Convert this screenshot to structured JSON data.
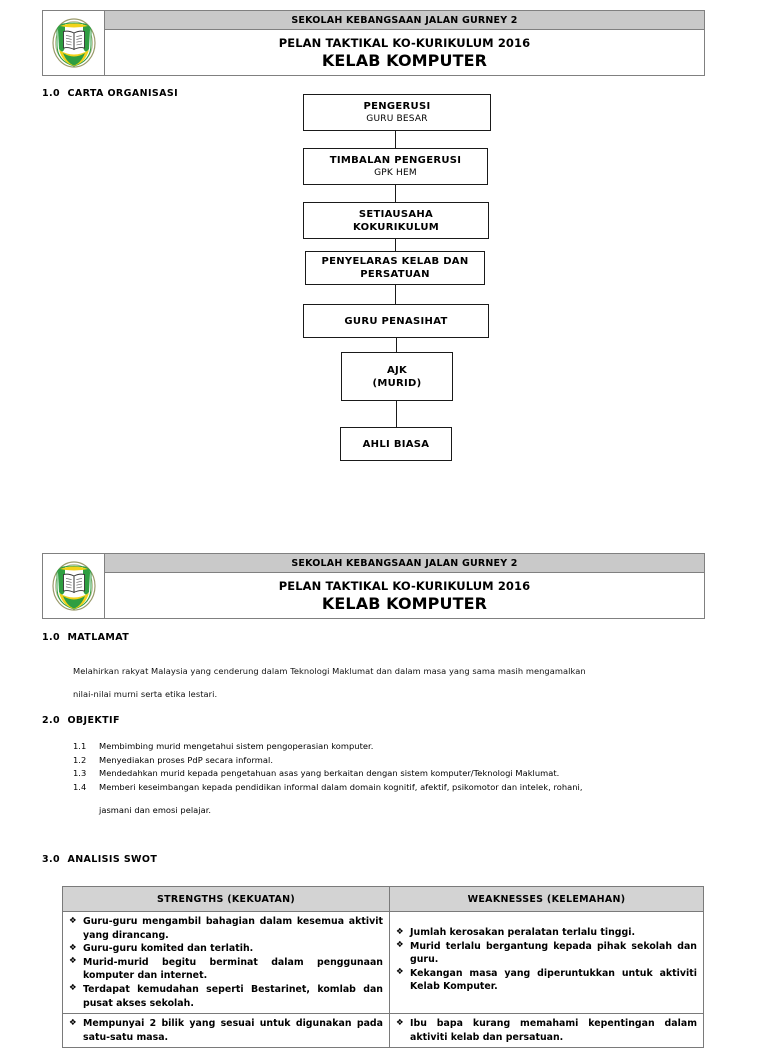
{
  "document": {
    "header": {
      "school_name": "SEKOLAH KEBANGSAAN JALAN GURNEY 2",
      "plan_line": "PELAN TAKTIKAL KO-KURIKULUM 2016",
      "club_name": "KELAB KOMPUTER",
      "logo_alt": "school-crest"
    },
    "colors": {
      "header_band": "#c9c9c9",
      "table_header": "#d3d3d3",
      "border": "#808080",
      "box_border": "#1a1a1a",
      "crest_green": "#2f9e41",
      "crest_yellow": "#f2d21a",
      "text": "#000000"
    },
    "page1": {
      "section_1_heading": "1.0  CARTA ORGANISASI",
      "org_chart": {
        "nodes": [
          {
            "title": "PENGERUSI",
            "subtitle": "GURU BESAR"
          },
          {
            "title": "TIMBALAN PENGERUSI",
            "subtitle": "GPK HEM"
          },
          {
            "title": "SETIAUSAHA",
            "subtitle": "KOKURIKULUM"
          },
          {
            "title": "PENYELARAS KELAB DAN",
            "subtitle": "PERSATUAN"
          },
          {
            "title": "GURU PENASIHAT",
            "subtitle": ""
          },
          {
            "title": "AJK",
            "subtitle": "(MURID)"
          },
          {
            "title": "AHLI BIASA",
            "subtitle": ""
          }
        ]
      }
    },
    "page2": {
      "section_1_heading": "1.0  MATLAMAT",
      "matlamat_line1": "Melahirkan rakyat Malaysia yang cenderung dalam Teknologi Maklumat dan dalam masa yang sama masih mengamalkan",
      "matlamat_line2": "nilai-nilai murni serta etika lestari.",
      "section_2_heading": "2.0  OBJEKTIF",
      "objektif": [
        {
          "num": "1.1",
          "text": "Membimbing murid mengetahui sistem pengoperasian komputer."
        },
        {
          "num": "1.2",
          "text": "Menyediakan proses PdP secara informal."
        },
        {
          "num": "1.3",
          "text": "Mendedahkan murid kepada pengetahuan asas yang berkaitan dengan sistem komputer/Teknologi Maklumat."
        },
        {
          "num": "1.4",
          "text": "Memberi keseimbangan kepada pendidikan informal dalam domain kognitif, afektif, psikomotor dan intelek, rohani,"
        }
      ],
      "objektif_continuation": "jasmani dan emosi pelajar.",
      "section_3_heading": "3.0  ANALISIS SWOT",
      "swot": {
        "headers": [
          "STRENGTHS (KEKUATAN)",
          "WEAKNESSES (KELEMAHAN)"
        ],
        "row1": {
          "strengths": [
            "Guru-guru mengambil bahagian dalam kesemua aktivit yang dirancang.",
            "Guru-guru komited dan terlatih.",
            "Murid-murid begitu berminat dalam penggunaan komputer dan internet.",
            "Terdapat kemudahan seperti Bestarinet, komlab dan pusat akses sekolah."
          ],
          "weaknesses": [
            "Jumlah kerosakan peralatan terlalu tinggi.",
            "Murid terlalu bergantung kepada pihak sekolah dan guru.",
            "Kekangan masa yang diperuntukkan untuk aktiviti Kelab Komputer."
          ]
        },
        "row2": {
          "strengths": [
            "Mempunyai 2 bilik yang sesuai untuk digunakan pada satu-satu masa."
          ],
          "weaknesses": [
            "Ibu bapa kurang memahami kepentingan dalam aktiviti kelab dan persatuan."
          ]
        }
      }
    }
  }
}
